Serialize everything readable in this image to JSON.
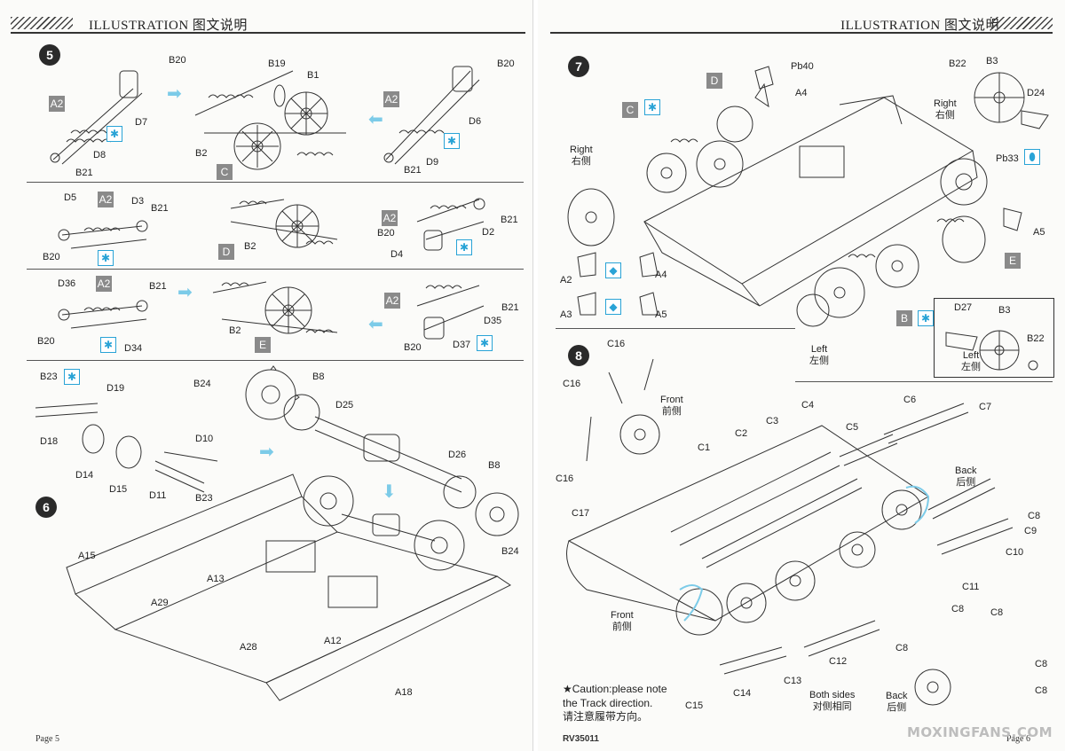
{
  "left_page": {
    "header": {
      "title": "ILLUSTRATION  图文说明"
    },
    "footer": {
      "page_label": "Page",
      "page_number": "5"
    },
    "step5": {
      "number": "5"
    },
    "step6": {
      "number": "6"
    },
    "labels": {
      "B20_a": "B20",
      "A2_a": "A2",
      "D7": "D7",
      "D8": "D8",
      "B21_a": "B21",
      "B19": "B19",
      "B1": "B1",
      "B2_a": "B2",
      "C_sq": "C",
      "A2_b": "A2",
      "B20_b": "B20",
      "D6": "D6",
      "D9": "D9",
      "B21_b": "B21",
      "D5": "D5",
      "A2_c": "A2",
      "D3": "D3",
      "B21_c": "B21",
      "B20_c": "B20",
      "B2_b": "B2",
      "D_sq": "D",
      "A2_d": "A2",
      "B21_d": "B21",
      "B20_d": "B20",
      "D2": "D2",
      "D4": "D4",
      "D36": "D36",
      "A2_e": "A2",
      "B21_e": "B21",
      "B20_e": "B20",
      "D34": "D34",
      "B2_c": "B2",
      "E_sq": "E",
      "A2_f": "A2",
      "B21_f": "B21",
      "D35": "D35",
      "B20_f": "B20",
      "D37": "D37",
      "B23_a": "B23",
      "D19": "D19",
      "D18": "D18",
      "D14": "D14",
      "D15": "D15",
      "D11": "D11",
      "D10": "D10",
      "B23_b": "B23",
      "B24_a": "B24",
      "B8_a": "B8",
      "D25": "D25",
      "D26": "D26",
      "B8_b": "B8",
      "B24_b": "B24",
      "A15": "A15",
      "A13": "A13",
      "A29": "A29",
      "A28": "A28",
      "A12": "A12",
      "A18": "A18"
    }
  },
  "right_page": {
    "header": {
      "title": "ILLUSTRATION  图文说明"
    },
    "footer": {
      "code": "RV35011",
      "page_label": "Page",
      "page_number": "6"
    },
    "step7": {
      "number": "7"
    },
    "step8": {
      "number": "8"
    },
    "labels": {
      "Pb40": "Pb40",
      "A4_a": "A4",
      "D_sq": "D",
      "C_sq": "C",
      "right_en": "Right",
      "right_zh": "右侧",
      "B22_a": "B22",
      "B3_a": "B3",
      "right_en_b": "Right",
      "right_zh_b": "右侧",
      "D24": "D24",
      "Pb33": "Pb33",
      "A5_a": "A5",
      "E_sq": "E",
      "A2": "A2",
      "A4_b": "A4",
      "A3": "A3",
      "A5_b": "A5",
      "left_en": "Left",
      "left_zh": "左侧",
      "B_sq": "B",
      "D27": "D27",
      "B3_b": "B3",
      "B22_b": "B22",
      "left_en_b": "Left",
      "left_zh_b": "左侧",
      "C16_a": "C16",
      "C16_b": "C16",
      "C16_c": "C16",
      "front_en_a": "Front",
      "front_zh_a": "前侧",
      "C1": "C1",
      "C2": "C2",
      "C3": "C3",
      "C4": "C4",
      "C5": "C5",
      "C6": "C6",
      "C7": "C7",
      "back_en_a": "Back",
      "back_zh_a": "后侧",
      "C17": "C17",
      "C8_a": "C8",
      "C9": "C9",
      "C10": "C10",
      "C11": "C11",
      "front_en_b": "Front",
      "front_zh_b": "前侧",
      "C8_b": "C8",
      "C8_c": "C8",
      "C8_d": "C8",
      "C8_e": "C8",
      "C8_f": "C8",
      "C12": "C12",
      "C13": "C13",
      "C14": "C14",
      "C15": "C15",
      "both_en": "Both sides",
      "both_zh": "对侧相同",
      "back_en_b": "Back",
      "back_zh_b": "后侧"
    },
    "caution": {
      "line1": "★Caution:please note",
      "line2": "the Track direction.",
      "line3": "请注意履带方向。"
    }
  },
  "watermark": "MOXINGFANS.COM",
  "colors": {
    "accent_blue": "#7ccbe8",
    "glue_blue": "#29a3d6",
    "badge": "#2a2a2a",
    "square": "#8a8a8a"
  }
}
